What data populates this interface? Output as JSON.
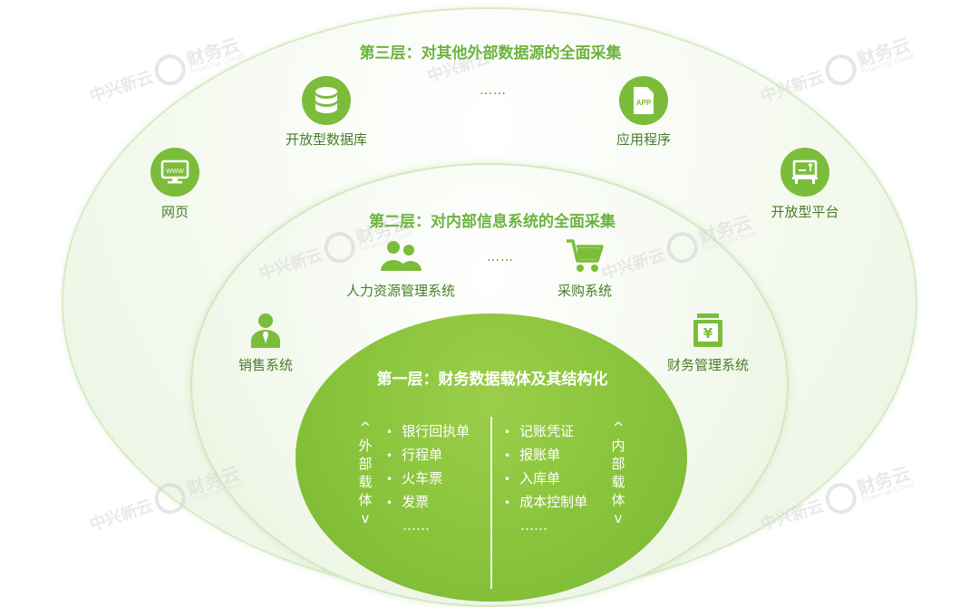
{
  "layers": {
    "outer": {
      "title": "第三层：对其他外部数据源的全面采集",
      "ellipsis": "……",
      "items": [
        {
          "label": "开放型数据库",
          "icon": "database-icon"
        },
        {
          "label": "应用程序",
          "icon": "app-file-icon",
          "icon_text": "APP"
        },
        {
          "label": "网页",
          "icon": "webpage-monitor-icon",
          "icon_text": "WWW"
        },
        {
          "label": "开放型平台",
          "icon": "platform-icon"
        }
      ]
    },
    "middle": {
      "title": "第二层：对内部信息系统的全面采集",
      "ellipsis": "……",
      "items": [
        {
          "label": "人力资源管理系统",
          "icon": "people-icon"
        },
        {
          "label": "采购系统",
          "icon": "shopping-cart-icon"
        },
        {
          "label": "销售系统",
          "icon": "salesperson-icon"
        },
        {
          "label": "财务管理系统",
          "icon": "yen-register-icon",
          "icon_text": "¥"
        }
      ]
    },
    "inner": {
      "title": "第一层：财务数据载体及其结构化",
      "external": {
        "label_chars": [
          "^",
          "外",
          "部",
          "载",
          "体",
          "v"
        ],
        "items": [
          "银行回执单",
          "行程单",
          "火车票",
          "发票"
        ],
        "ellipsis": "……"
      },
      "internal": {
        "label_chars": [
          "^",
          "内",
          "部",
          "载",
          "体",
          "v"
        ],
        "items": [
          "记账凭证",
          "报账单",
          "入库单",
          "成本控制单"
        ],
        "ellipsis": "……"
      }
    }
  },
  "watermark": {
    "left_text": "中兴新云",
    "right_text": "财务云",
    "sub_text": "Financial Cloud"
  },
  "colors": {
    "accent_green": "#7cbc3b",
    "title_green": "#6cb33f",
    "label_green": "#4a7d2a",
    "inner_fill": "#86c23a"
  }
}
